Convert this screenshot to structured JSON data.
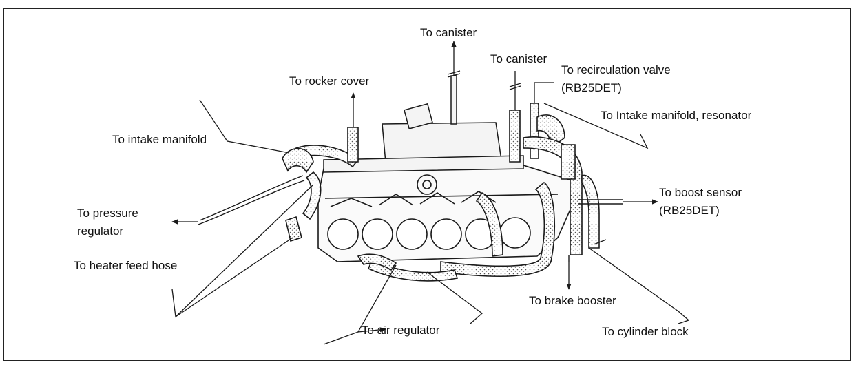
{
  "labels": {
    "to_canister_top": "To canister",
    "to_canister": "To canister",
    "to_recirculation_valve": "To recirculation valve",
    "rb25det_recirc": "(RB25DET)",
    "to_rocker_cover": "To rocker cover",
    "to_intake_manifold_resonator": "To Intake manifold, resonator",
    "to_intake_manifold": "To intake manifold",
    "to_boost_sensor": "To boost sensor",
    "rb25det_boost": "(RB25DET)",
    "to_pressure_regulator_line1": "To pressure",
    "to_pressure_regulator_line2": "regulator",
    "to_heater_feed_hose": "To heater feed hose",
    "to_brake_booster": "To brake booster",
    "to_air_regulator": "To air regulator",
    "to_cylinder_block": "To cylinder block"
  },
  "colors": {
    "line": "#1a1a1a",
    "hose_fill": "#d9d9d9",
    "engine_fill": "#f2f2f2"
  }
}
